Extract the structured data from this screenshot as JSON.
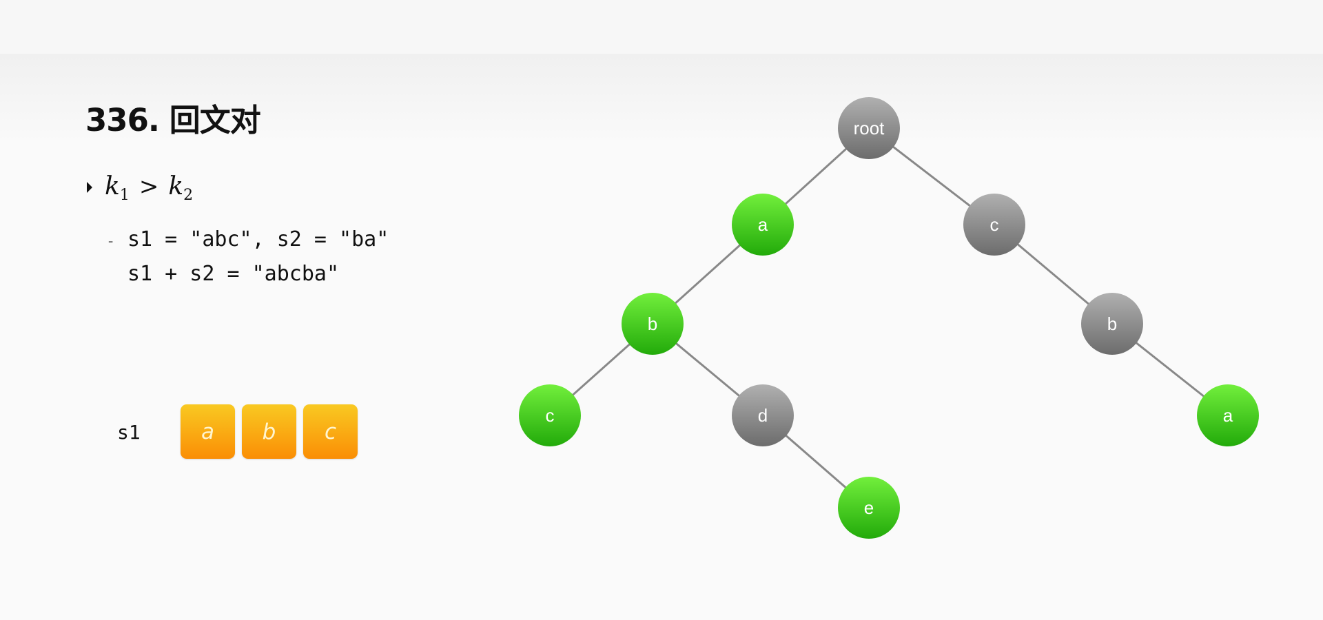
{
  "title": "336. 回文对",
  "condition": {
    "lhs_var": "k",
    "lhs_sub": "1",
    "op": ">",
    "rhs_var": "k",
    "rhs_sub": "2"
  },
  "dash": "-",
  "code_lines": [
    "s1 = \"abc\", s2 = \"ba\"",
    "s1 + s2 = \"abcba\""
  ],
  "s1": {
    "label": "s1",
    "chars": [
      "a",
      "b",
      "c"
    ]
  },
  "colors": {
    "highlight_green": "#3cc71c",
    "default_gray": "#8c8c8c",
    "cell_orange": "#f9a514",
    "edge": "#888888"
  },
  "tree": {
    "nodes": [
      {
        "id": "root",
        "label": "root",
        "state": "gray"
      },
      {
        "id": "a1",
        "label": "a",
        "state": "green",
        "parent": "root"
      },
      {
        "id": "c1",
        "label": "c",
        "state": "gray",
        "parent": "root"
      },
      {
        "id": "b1",
        "label": "b",
        "state": "green",
        "parent": "a1"
      },
      {
        "id": "b2",
        "label": "b",
        "state": "gray",
        "parent": "c1"
      },
      {
        "id": "c2",
        "label": "c",
        "state": "green",
        "parent": "b1"
      },
      {
        "id": "d1",
        "label": "d",
        "state": "gray",
        "parent": "b1"
      },
      {
        "id": "a2",
        "label": "a",
        "state": "green",
        "parent": "b2"
      },
      {
        "id": "e1",
        "label": "e",
        "state": "green",
        "parent": "d1"
      }
    ]
  }
}
